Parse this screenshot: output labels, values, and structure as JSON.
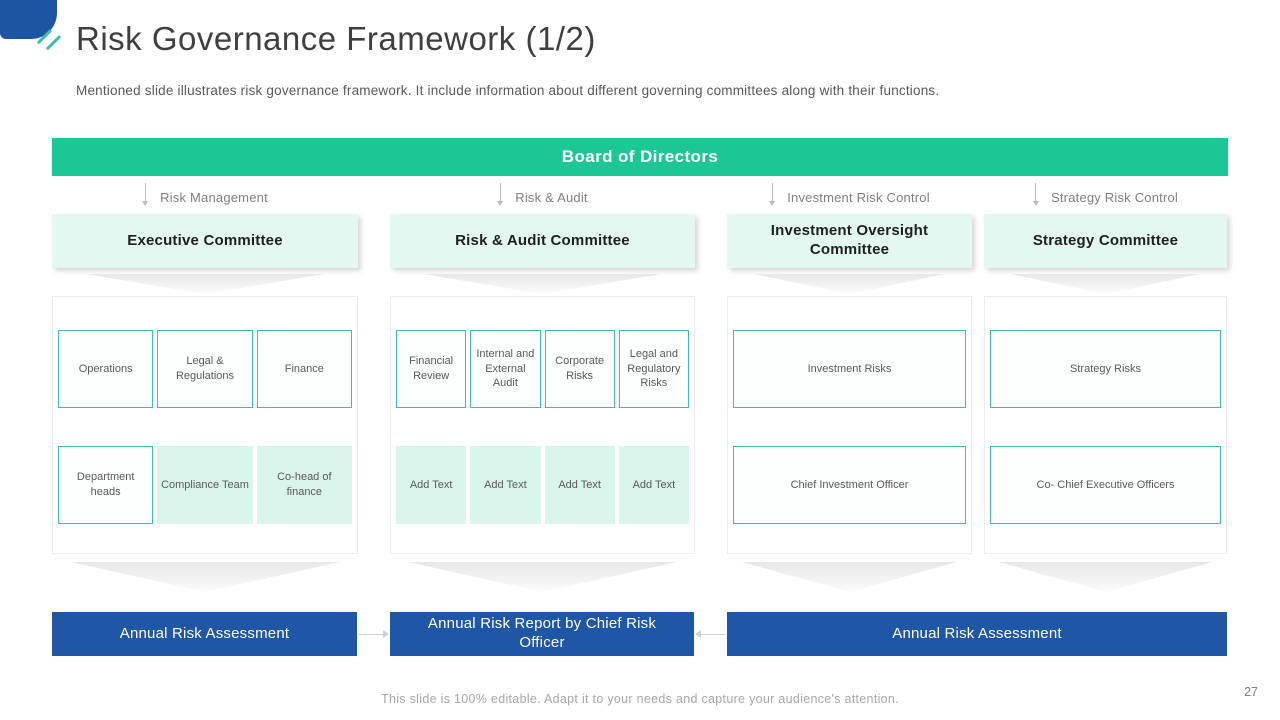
{
  "slide": {
    "title": "Risk Governance Framework (1/2)",
    "subtitle": "Mentioned slide illustrates risk governance framework. It include information about different governing committees along with their functions.",
    "footer": "This slide is 100% editable. Adapt it to your needs and capture your audience's attention.",
    "page_number": "27"
  },
  "board_bar": {
    "label": "Board of Directors",
    "color": "#1dc795"
  },
  "colors": {
    "header_green": "#1dc795",
    "committee_mint": "#e3f8f0",
    "filled_mint": "#d9f5eb",
    "outline_teal": "#3bbfab",
    "bottom_blue": "#1f56a6",
    "corner_blue": "#1d55a3"
  },
  "columns": [
    {
      "flow_label": "Risk Management",
      "committee": "Executive Committee",
      "rows": [
        [
          {
            "label": "Operations",
            "style": "outlined"
          },
          {
            "label": "Legal & Regulations",
            "style": "outlined"
          },
          {
            "label": "Finance",
            "style": "outlined"
          }
        ],
        [
          {
            "label": "Department heads",
            "style": "outlined"
          },
          {
            "label": "Compliance Team",
            "style": "filled"
          },
          {
            "label": "Co-head of finance",
            "style": "filled"
          }
        ]
      ]
    },
    {
      "flow_label": "Risk & Audit",
      "committee": "Risk & Audit Committee",
      "rows": [
        [
          {
            "label": "Financial Review",
            "style": "outlined"
          },
          {
            "label": "Internal and External Audit",
            "style": "outlined"
          },
          {
            "label": "Corporate Risks",
            "style": "outlined"
          },
          {
            "label": "Legal and Regulatory Risks",
            "style": "outlined"
          }
        ],
        [
          {
            "label": "Add Text",
            "style": "filled"
          },
          {
            "label": "Add Text",
            "style": "filled"
          },
          {
            "label": "Add Text",
            "style": "filled"
          },
          {
            "label": "Add Text",
            "style": "filled"
          }
        ]
      ]
    },
    {
      "flow_label": "Investment Risk Control",
      "committee": "Investment Oversight Committee",
      "rows": [
        [
          {
            "label": "Investment Risks",
            "style": "outlined"
          }
        ],
        [
          {
            "label": "Chief Investment Officer",
            "style": "outlined"
          }
        ]
      ]
    },
    {
      "flow_label": "Strategy Risk Control",
      "committee": "Strategy Committee",
      "rows": [
        [
          {
            "label": "Strategy Risks",
            "style": "outlined"
          }
        ],
        [
          {
            "label": "Co- Chief Executive Officers",
            "style": "outlined"
          }
        ]
      ]
    }
  ],
  "bottom_bars": [
    {
      "label": "Annual Risk Assessment"
    },
    {
      "label": "Annual Risk Report by Chief Risk Officer"
    },
    {
      "label": "Annual Risk Assessment"
    }
  ]
}
